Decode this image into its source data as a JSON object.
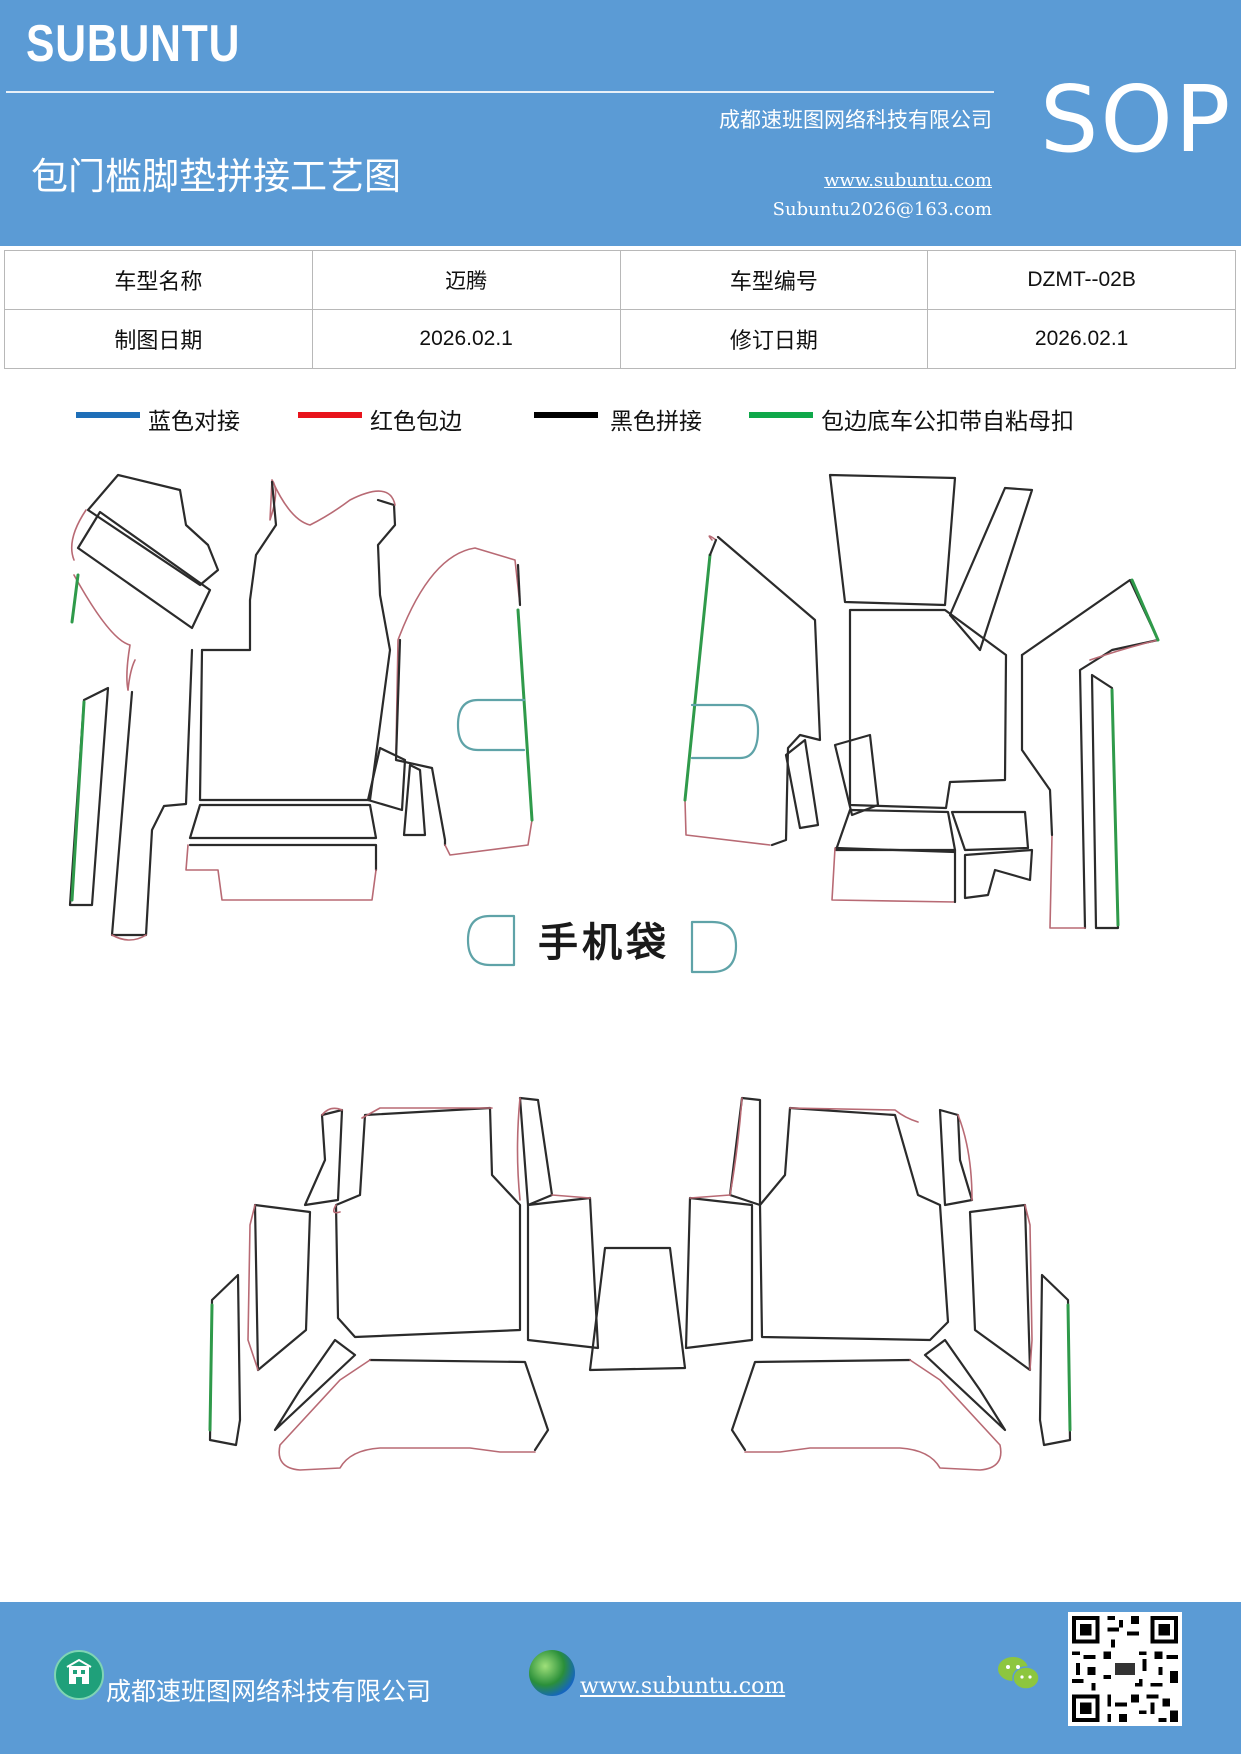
{
  "header": {
    "brand": "SUBUNTU",
    "badge": "SOP",
    "company": "成都速班图网络科技有限公司",
    "title": "包门槛脚垫拼接工艺图",
    "website": "www.subuntu.com",
    "email": "Subuntu2026@163.com"
  },
  "info_table": {
    "rows": [
      [
        "车型名称",
        "迈腾",
        "车型编号",
        "DZMT--02B"
      ],
      [
        "制图日期",
        "2026.02.1",
        "修订日期",
        "2026.02.1"
      ]
    ]
  },
  "legend": [
    {
      "label": "蓝色对接",
      "color": "#1f6fb8"
    },
    {
      "label": "红色包边",
      "color": "#e8141c"
    },
    {
      "label": "黑色拼接",
      "color": "#000000"
    },
    {
      "label": "包边底车公扣带自粘母扣",
      "color": "#0fa84a"
    }
  ],
  "drawing": {
    "pocket_label": "手机袋",
    "colors": {
      "outline": "#2b2b2b",
      "edge": "#b86a74",
      "join": "#2f9a4a",
      "pocket": "#5fa3a8"
    }
  },
  "footer": {
    "company": "成都速班图网络科技有限公司",
    "website": "www.subuntu.com",
    "icons": [
      "building-icon",
      "globe-icon",
      "wechat-icon",
      "qr-code"
    ]
  }
}
